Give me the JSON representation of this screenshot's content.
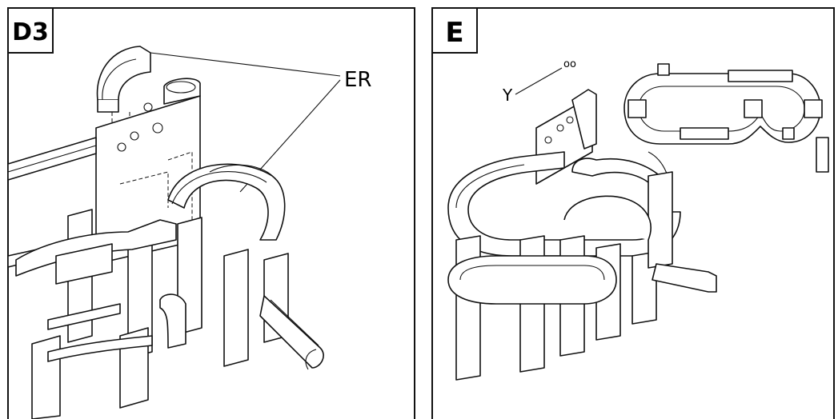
{
  "panels": [
    {
      "step_label": "D3",
      "callout": "ER"
    },
    {
      "step_label": "E",
      "callout": "Y",
      "callout_mark": "oo"
    }
  ]
}
